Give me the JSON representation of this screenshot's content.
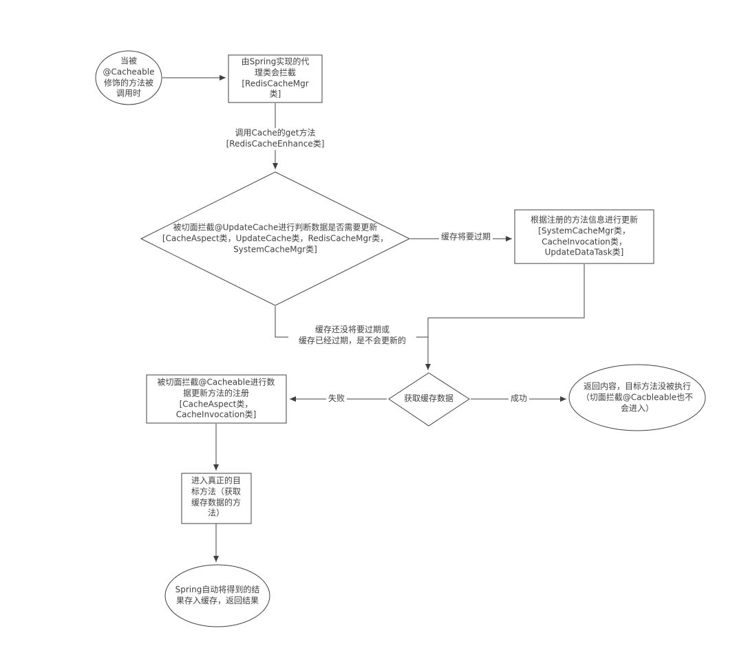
{
  "diagram": {
    "title_hint": "Spring @Cacheable cache update flowchart",
    "colors": {
      "background": "#ffffff",
      "line": "#3f3f3f",
      "text": "#3f3f3f",
      "node_fill": "#ffffff"
    },
    "nodes": {
      "start_ellipse": {
        "text": "当被\n@Cacheable\n修饰的方法被\n调用时"
      },
      "spring_proxy_rect": {
        "text": "由Spring实现的代\n理类会拦截\n[RedisCacheMgr\n类]"
      },
      "update_check_diamond": {
        "text": "被切面拦截@UpdateCache进行判断数据是否需要更新\n[CacheAspect类，UpdateCache类，RedisCacheMgr类，\nSystemCacheMgr类]"
      },
      "update_methods_rect": {
        "text": "根据注册的方法信息进行更新\n[SystemCacheMgr类，\nCacheInvocation类，\nUpdateDataTask类]"
      },
      "get_cache_diamond": {
        "text": "获取缓存数据"
      },
      "register_update_rect": {
        "text": "被切面拦截@Cacheable进行数\n据更新方法的注册\n[CacheAspect类，\nCacheInvocation类]"
      },
      "return_content_ellipse": {
        "text": "返回内容，目标方法没被执行\n（切面拦截@Cacbleable也不\n会进入）"
      },
      "enter_target_rect": {
        "text": "进入真正的目\n标方法（获取\n缓存数据的方\n法）"
      },
      "store_result_ellipse": {
        "text": "Spring自动将得到的结\n果存入缓存，返回结果"
      }
    },
    "edges": {
      "call_get": {
        "label": "调用Cache的get方法\n[RedisCacheEnhance类]"
      },
      "will_expire": {
        "label": "缓存将要过期"
      },
      "not_expire": {
        "label": "缓存还没将要过期或\n缓存已经过期，是不会更新的"
      },
      "fail": {
        "label": "失败"
      },
      "success": {
        "label": "成功"
      }
    }
  }
}
